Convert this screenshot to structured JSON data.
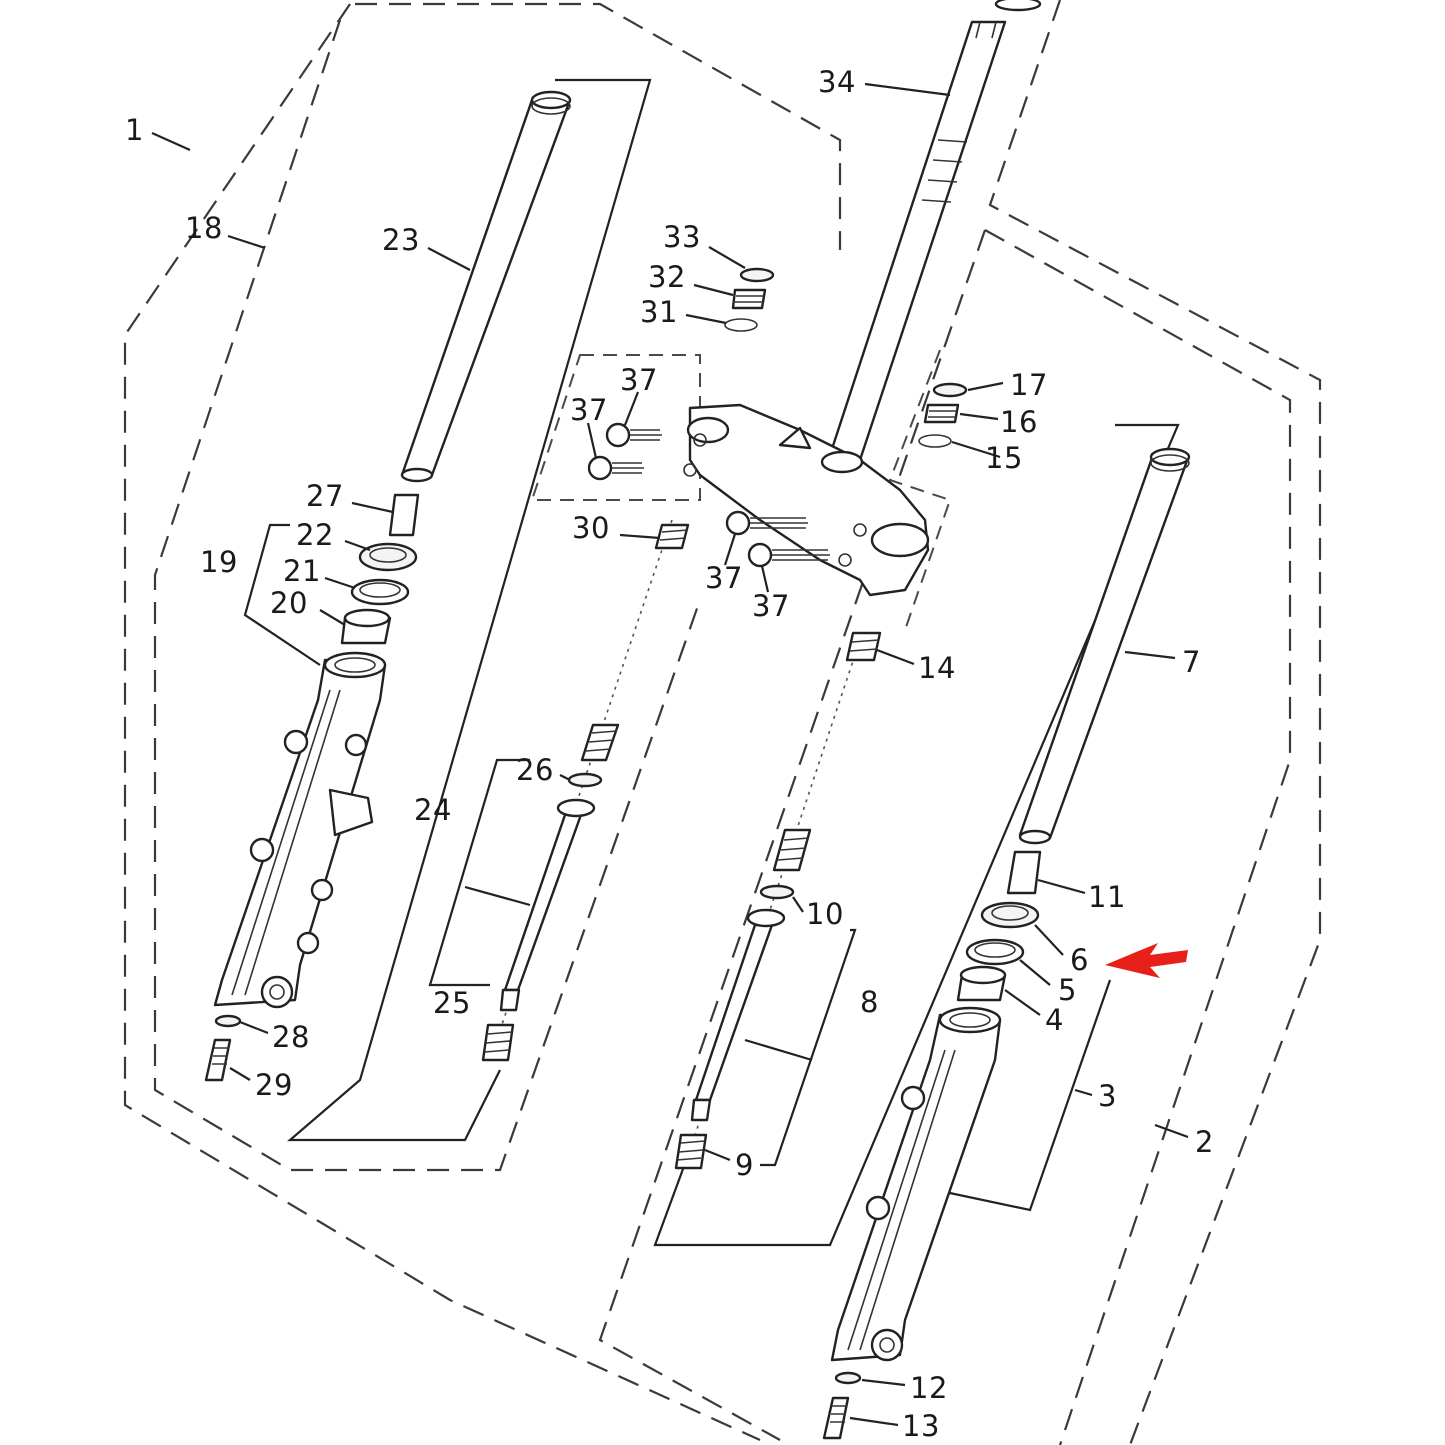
{
  "labels": {
    "l1": "1",
    "l2": "2",
    "l3": "3",
    "l4": "4",
    "l5": "5",
    "l6": "6",
    "l7": "7",
    "l8": "8",
    "l9": "9",
    "l10": "10",
    "l11": "11",
    "l12": "12",
    "l13": "13",
    "l14": "14",
    "l15": "15",
    "l16": "16",
    "l17": "17",
    "l18": "18",
    "l19": "19",
    "l20": "20",
    "l21": "21",
    "l22": "22",
    "l23": "23",
    "l24": "24",
    "l25": "25",
    "l26": "26",
    "l27": "27",
    "l28": "28",
    "l29": "29",
    "l30": "30",
    "l31": "31",
    "l32": "32",
    "l33": "33",
    "l34": "34",
    "l37a": "37",
    "l37b": "37",
    "l37c": "37",
    "l37d": "37"
  },
  "colors": {
    "ink": "#222222",
    "highlight_arrow": "#e8201a"
  },
  "highlight": {
    "part": "6",
    "marker": "red-arrow-icon"
  }
}
